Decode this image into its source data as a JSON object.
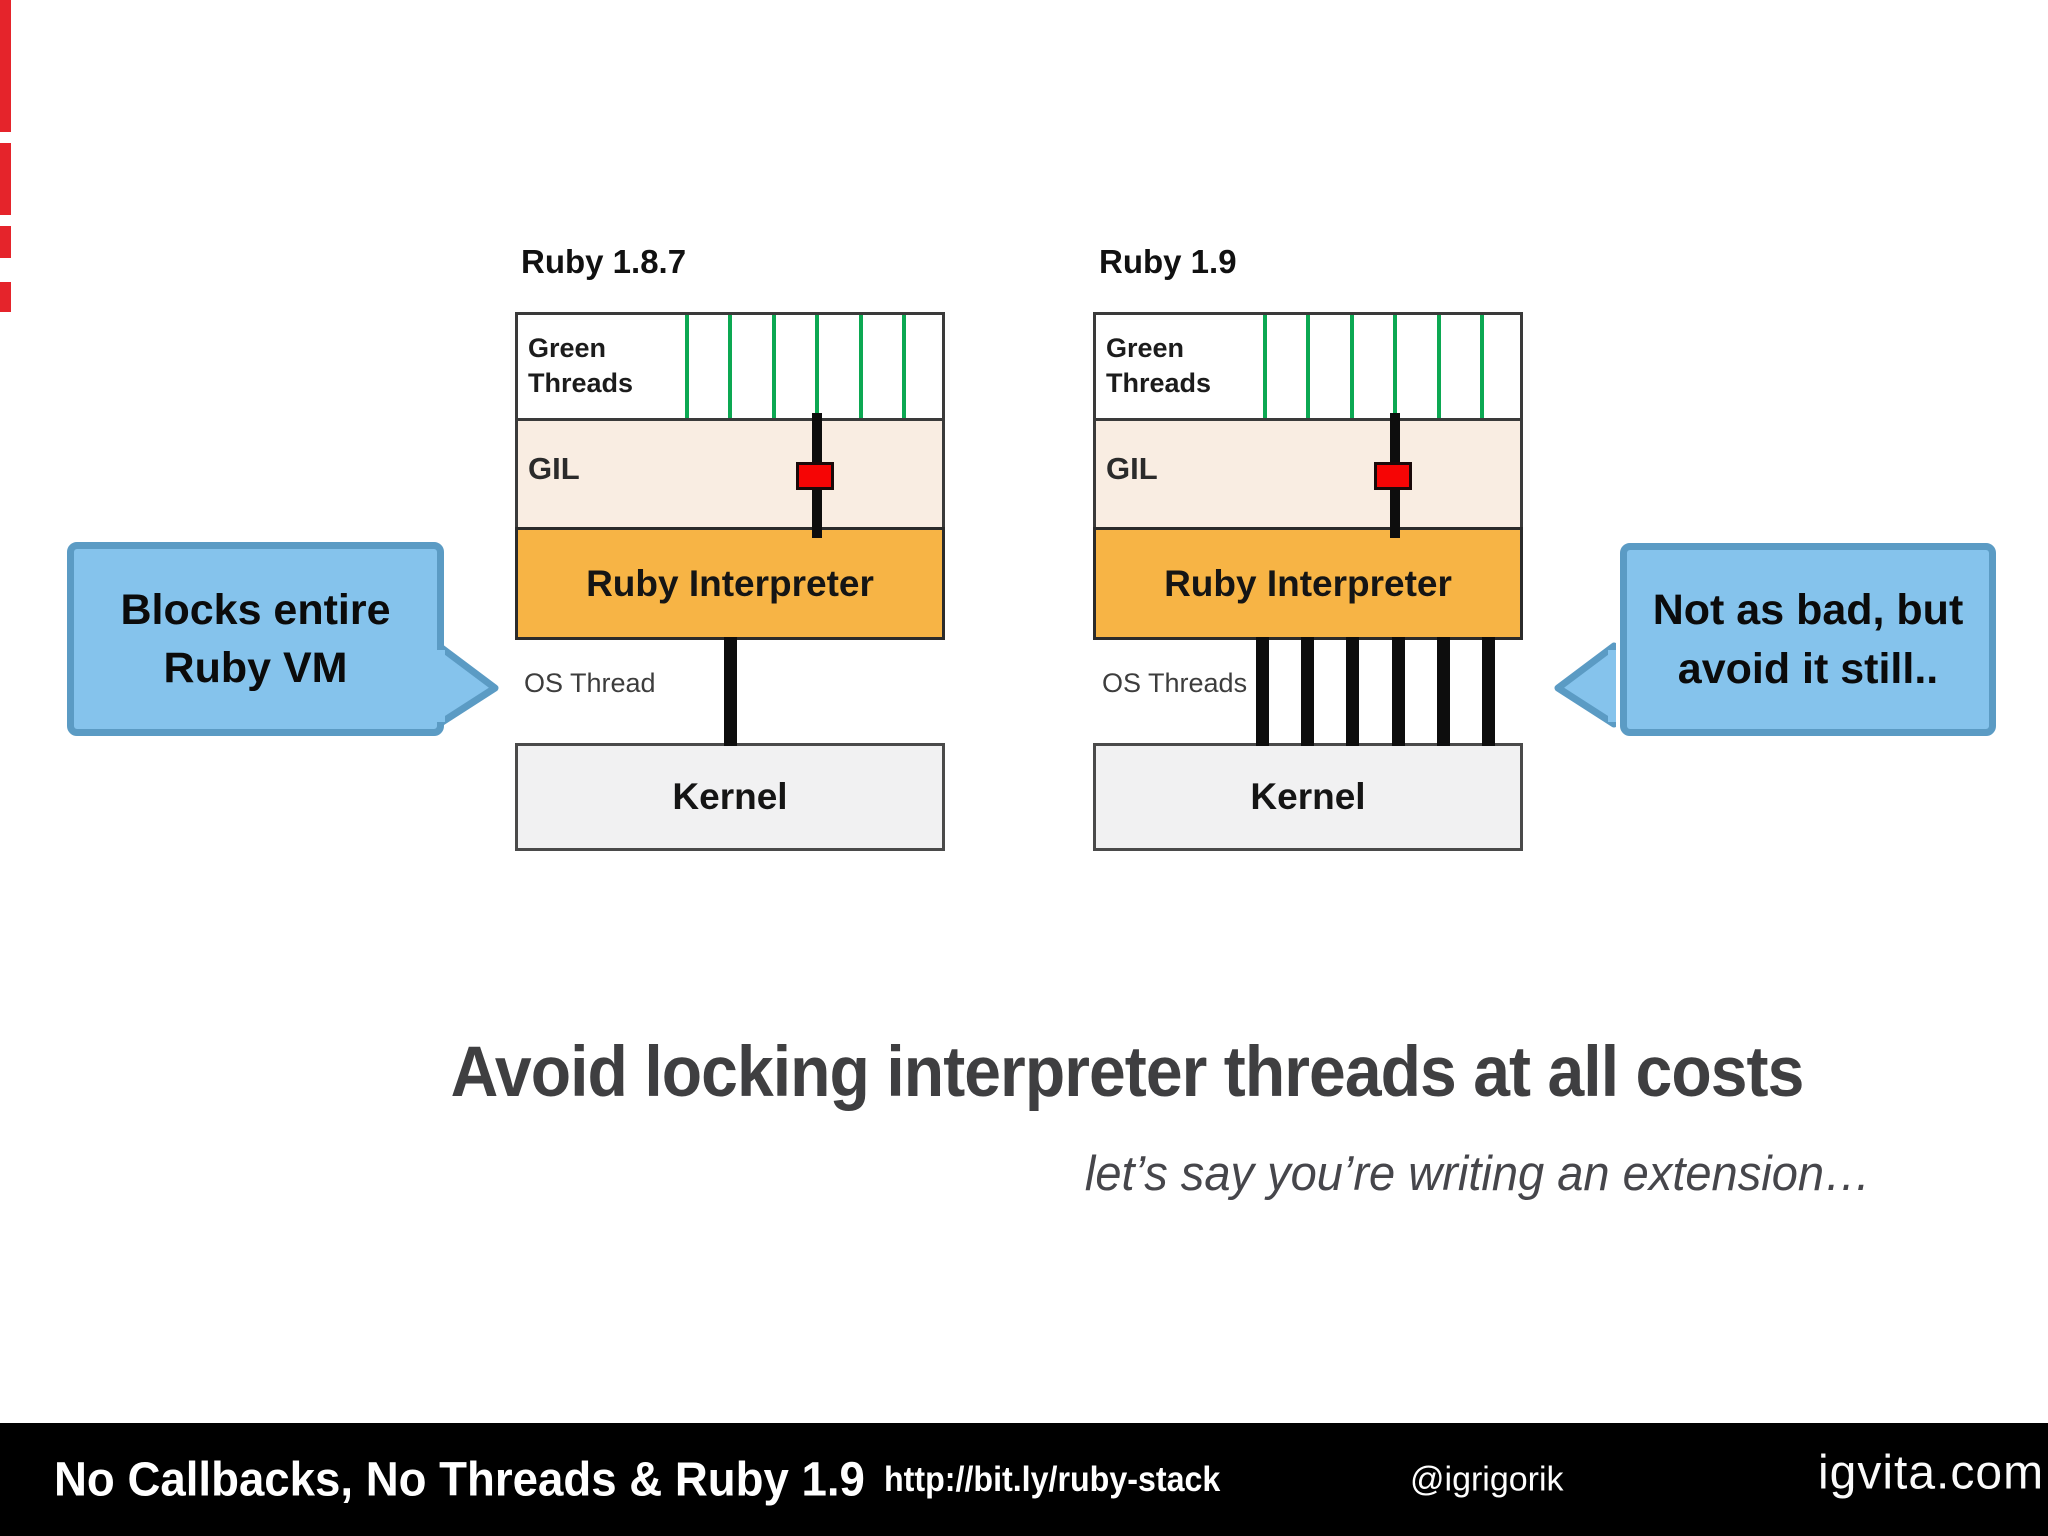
{
  "slide": {
    "main_title": "Avoid locking interpreter threads at all costs",
    "subtitle": "let’s say you’re writing an extension…"
  },
  "diagrams": [
    {
      "title": "Ruby 1.8.7",
      "green_threads_label": "Green Threads",
      "gil_label": "GIL",
      "interpreter_label": "Ruby Interpreter",
      "os_label": "OS Thread",
      "kernel_label": "Kernel",
      "green_thread_count": 6,
      "os_thread_count": 1
    },
    {
      "title": "Ruby 1.9",
      "green_threads_label": "Green Threads",
      "gil_label": "GIL",
      "interpreter_label": "Ruby Interpreter",
      "os_label": "OS Threads",
      "kernel_label": "Kernel",
      "green_thread_count": 6,
      "os_thread_count": 6
    }
  ],
  "callouts": [
    {
      "text": "Blocks entire Ruby VM",
      "side": "left"
    },
    {
      "text": "Not as bad, but avoid it still..",
      "side": "right"
    }
  ],
  "footer": {
    "title": "No Callbacks, No Threads & Ruby 1.9",
    "url": "http://bit.ly/ruby-stack",
    "handle": "@igrigorik",
    "brand": "igvita.com"
  },
  "colors": {
    "callout_fill": "#85C3EC",
    "callout_border": "#5B9BC4",
    "gil_fill": "#F9EDE2",
    "interpreter_fill": "#F7B445",
    "kernel_fill": "#F1F1F2",
    "green_thread": "#0CA852",
    "lock_red": "#F60505",
    "thread_black": "#0d0d0d",
    "footer_bg": "#000000",
    "title_color": "#3F3F41",
    "edge_artifact_red": "#E5242B"
  }
}
